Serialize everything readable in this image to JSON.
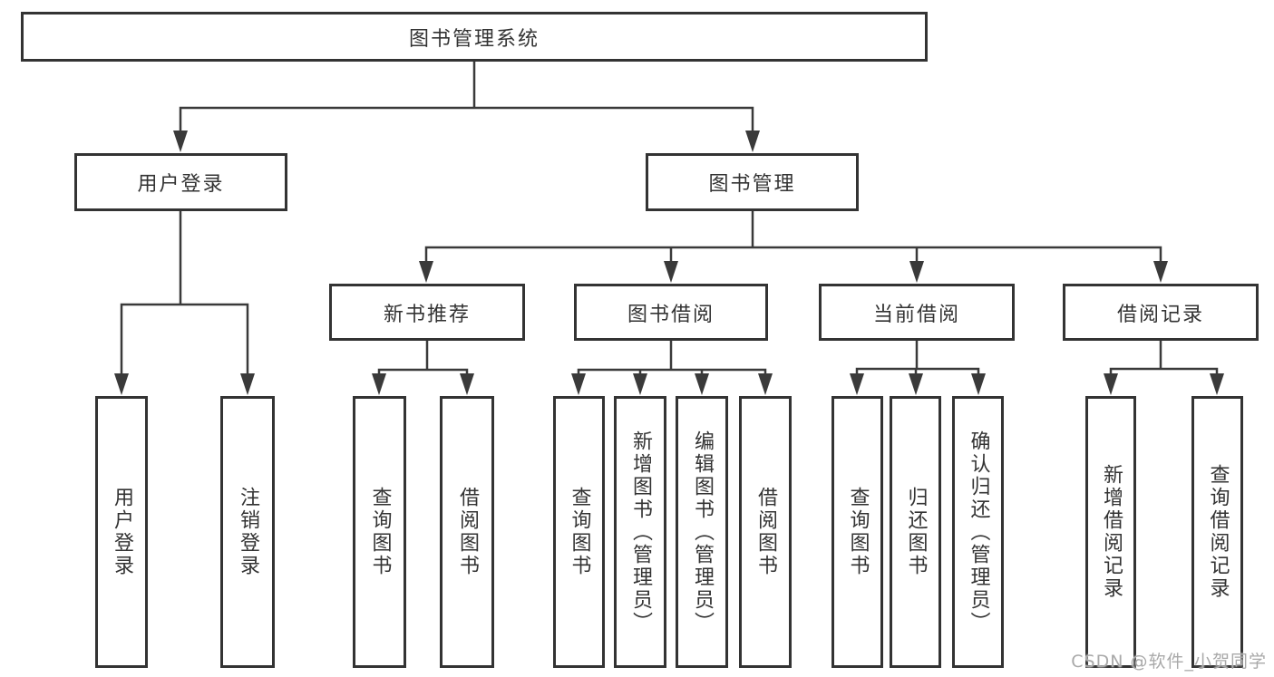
{
  "tree": {
    "label": "图书管理系统",
    "children": [
      {
        "label": "用户登录",
        "children": [
          {
            "label": "用户登录"
          },
          {
            "label": "注销登录"
          }
        ]
      },
      {
        "label": "图书管理",
        "children": [
          {
            "label": "新书推荐",
            "children": [
              {
                "label": "查询图书"
              },
              {
                "label": "借阅图书"
              }
            ]
          },
          {
            "label": "图书借阅",
            "children": [
              {
                "label": "查询图书"
              },
              {
                "label": "新增图书（管理员）"
              },
              {
                "label": "编辑图书（管理员）"
              },
              {
                "label": "借阅图书"
              }
            ]
          },
          {
            "label": "当前借阅",
            "children": [
              {
                "label": "查询图书"
              },
              {
                "label": "归还图书"
              },
              {
                "label": "确认归还（管理员）"
              }
            ]
          },
          {
            "label": "借阅记录",
            "children": [
              {
                "label": "新增借阅记录"
              },
              {
                "label": "查询借阅记录"
              }
            ]
          }
        ]
      }
    ]
  },
  "watermark": {
    "text": "CSDN @软件_小贺同学"
  },
  "colors": {
    "line": "#3a3a3a",
    "box_border": "#333333",
    "text": "#333333",
    "watermark": "#a9a9a9",
    "background": "#ffffff"
  }
}
